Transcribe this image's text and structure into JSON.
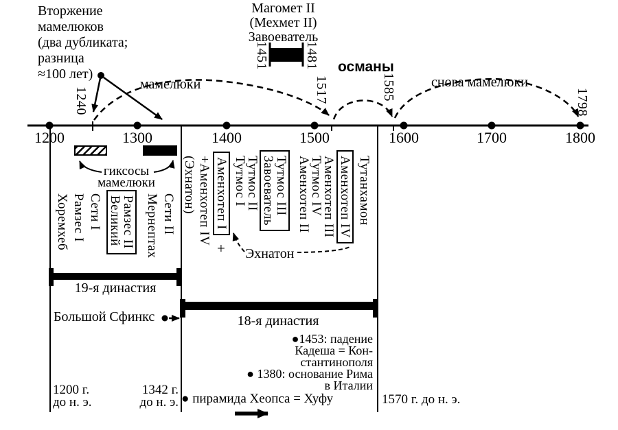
{
  "colors": {
    "ink": "#000000",
    "paper": "#ffffff"
  },
  "invasion_note": {
    "lines": [
      "Вторжение",
      "мамелюков",
      "(два дубликата;",
      "разница",
      "≈100 лет)"
    ]
  },
  "mehmet": {
    "lines": [
      "Магомет II",
      "(Мехмет II)",
      "Завоеватель"
    ],
    "start_year": "1451",
    "end_year": "1481"
  },
  "arcs": {
    "mamluks": "мамелюки",
    "ottomans": "османы",
    "mamluks_again": "снова мамелюки"
  },
  "axis": {
    "centuries": [
      "1200",
      "1300",
      "1400",
      "1500",
      "1600",
      "1700",
      "1800"
    ],
    "event_years": [
      "1240",
      "1517",
      "1585",
      "1798"
    ]
  },
  "hyksos_note": {
    "line1": "гиксосы",
    "line2": "мамелюки"
  },
  "dynasty19": {
    "bar_label": "19-я династия",
    "sphinx_label": "Большой Сфинкс",
    "pharaohs": [
      {
        "name": "Хоремхеб"
      },
      {
        "name": "Рамзес I"
      },
      {
        "name": "Сети I"
      },
      {
        "name": "Рамзес II",
        "line2": "Великий",
        "boxed": true
      },
      {
        "name": "Мернептах"
      },
      {
        "name": "Сети II"
      }
    ],
    "start": {
      "year": "1200 г.",
      "era": "до н. э."
    },
    "end": {
      "year": "1342 г.",
      "era": "до н. э."
    }
  },
  "dynasty18": {
    "bar_label": "18-я династия",
    "akhenaten_label": "Эхнатон",
    "pharaohs": [
      {
        "name": "(Эхнатон)"
      },
      {
        "name": "+Аменхотеп IV"
      },
      {
        "name": "Аменхотеп I",
        "boxed": true,
        "suffix": "+"
      },
      {
        "name": "Тутмос I"
      },
      {
        "name": "Тутмос II"
      },
      {
        "name": "Тутмос III",
        "line2": "Завоеватель",
        "boxed": true
      },
      {
        "name": "Аменхотеп II"
      },
      {
        "name": "Тутмос IV"
      },
      {
        "name": "Аменхотеп III"
      },
      {
        "name": "Аменхотеп IV",
        "boxed": true
      },
      {
        "name": "Тутанхамон"
      }
    ],
    "end_label": "1570 г. до н. э."
  },
  "notes": {
    "right_block": [
      "●1453: падение",
      "Кадеша = Кон-",
      "стантинополя",
      "● 1380: основание Рима",
      "в Италии"
    ],
    "pyramid": "● пирамида Хеопса = Хуфу"
  }
}
